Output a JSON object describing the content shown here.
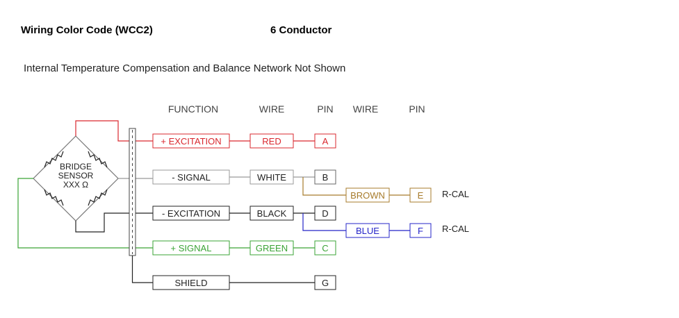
{
  "header": {
    "title": "Wiring Color Code (WCC2)",
    "conductor": "6 Conductor",
    "subtitle": "Internal Temperature Compensation and Balance Network Not Shown"
  },
  "columns": {
    "function": "FUNCTION",
    "wire1": "WIRE",
    "pin1": "PIN",
    "wire2": "WIRE",
    "pin2": "PIN"
  },
  "bridge": {
    "line1": "BRIDGE",
    "line2": "SENSOR",
    "line3": "XXX Ω"
  },
  "rows": {
    "excitation_pos": {
      "function": "+ EXCITATION",
      "wire": "RED",
      "pin": "A"
    },
    "signal_neg": {
      "function": "- SIGNAL",
      "wire": "WHITE",
      "pin": "B"
    },
    "excitation_neg": {
      "function": "- EXCITATION",
      "wire": "BLACK",
      "pin": "D"
    },
    "signal_pos": {
      "function": "+ SIGNAL",
      "wire": "GREEN",
      "pin": "C"
    },
    "shield": {
      "function": "SHIELD",
      "pin": "G"
    }
  },
  "rcal": {
    "brown": {
      "wire": "BROWN",
      "pin": "E",
      "note": "R-CAL"
    },
    "blue": {
      "wire": "BLUE",
      "pin": "F",
      "note": "R-CAL"
    }
  },
  "colors": {
    "red": "#d9272e",
    "green": "#3aa335",
    "brown": "#a77b2b",
    "blue": "#2424c8",
    "black": "#222222",
    "gray": "#999999"
  }
}
